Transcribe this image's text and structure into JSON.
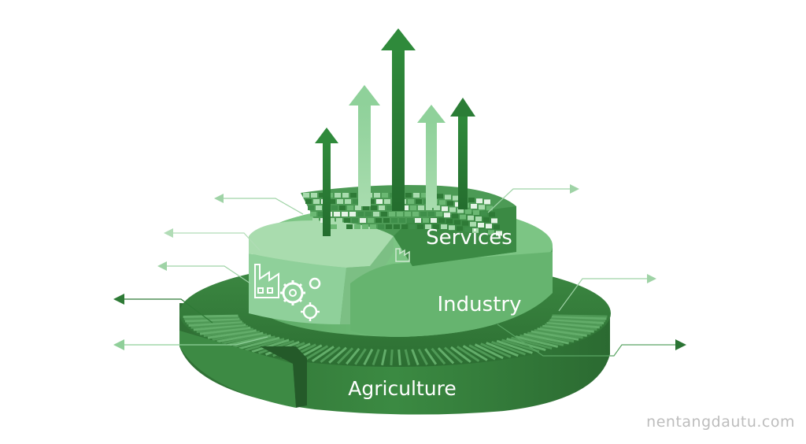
{
  "diagram": {
    "tiers": [
      {
        "label": "Agriculture",
        "color": "#2f7a36"
      },
      {
        "label": "Industry",
        "color": "#6aba72"
      },
      {
        "label": "Services",
        "color": "#3f8f4a"
      }
    ],
    "watermark": "nentangdautu.com",
    "colors": {
      "dark_green": "#2a7333",
      "mid_green": "#5fae68",
      "light_green": "#9fd8a6",
      "pale_green": "#bfe6c3"
    },
    "icons": [
      "factory-icon",
      "gear-icon",
      "growth-arrow-icon"
    ]
  }
}
